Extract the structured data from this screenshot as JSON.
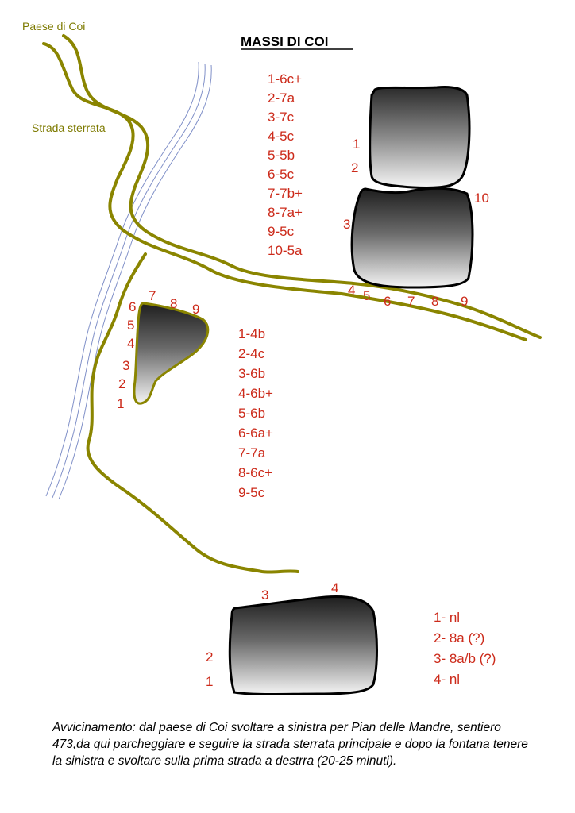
{
  "title": "MASSI DI COI",
  "labels": {
    "village": "Paese di Coi",
    "dirt_road": "Strada sterrata"
  },
  "boulder_top": {
    "routes": [
      "1-6c+",
      "2-7a",
      "3-7c",
      "4-5c",
      "5-5b",
      "6-5c",
      "7-7b+",
      "8-7a+",
      "9-5c",
      "10-5a"
    ],
    "markers": [
      "1",
      "2",
      "3",
      "4",
      "5",
      "6",
      "7",
      "8",
      "9",
      "10"
    ]
  },
  "boulder_mid": {
    "routes": [
      "1-4b",
      "2-4c",
      "3-6b",
      "4-6b+",
      "5-6b",
      "6-6a+",
      "7-7a",
      "8-6c+",
      "9-5c"
    ],
    "markers": [
      "1",
      "2",
      "3",
      "4",
      "5",
      "6",
      "7",
      "8",
      "9"
    ]
  },
  "boulder_bottom": {
    "routes": [
      "1- nl",
      "2- 8a (?)",
      "3- 8a/b (?)",
      "4- nl"
    ],
    "markers": [
      "1",
      "2",
      "3",
      "4"
    ]
  },
  "approach": "Avvicinamento: dal paese di Coi svoltare a sinistra per Pian delle Mandre, sentiero 473,da qui parcheggiare e seguire la strada sterrata principale e dopo la fontana tenere la sinistra e svoltare sulla prima strada a destrra (20-25 minuti).",
  "colors": {
    "route_text": "#cc2a1a",
    "road": "#8a8500",
    "river": "#8090c8",
    "boulder_outline": "#000000"
  }
}
